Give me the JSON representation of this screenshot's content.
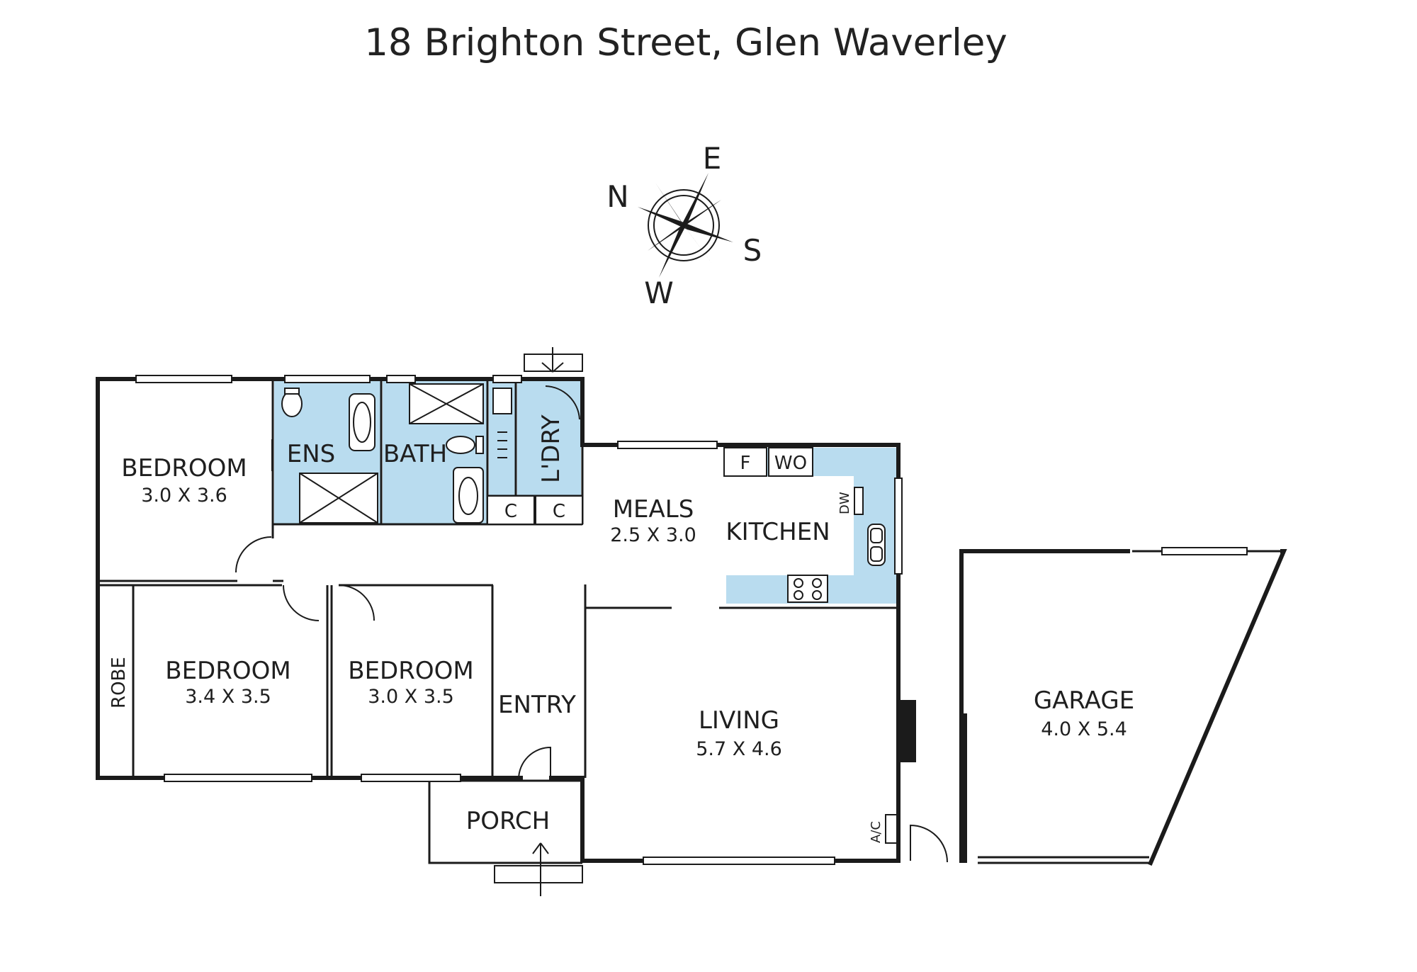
{
  "title": "18 Brighton Street, Glen Waverley",
  "compass": {
    "n": "N",
    "e": "E",
    "s": "S",
    "w": "W"
  },
  "rooms": {
    "bedroom1": {
      "name": "BEDROOM",
      "dims": "3.0 X 3.6"
    },
    "bedroom2": {
      "name": "BEDROOM",
      "dims": "3.4 X 3.5"
    },
    "bedroom3": {
      "name": "BEDROOM",
      "dims": "3.0 X 3.5"
    },
    "ensuite": {
      "name": "ENS"
    },
    "bath": {
      "name": "BATH"
    },
    "laundry": {
      "name": "L'DRY"
    },
    "meals": {
      "name": "MEALS",
      "dims": "2.5 X 3.0"
    },
    "kitchen": {
      "name": "KITCHEN"
    },
    "living": {
      "name": "LIVING",
      "dims": "5.7 X 4.6"
    },
    "entry": {
      "name": "ENTRY"
    },
    "porch": {
      "name": "PORCH"
    },
    "garage": {
      "name": "GARAGE",
      "dims": "4.0 X 5.4"
    },
    "robe": {
      "name": "ROBE"
    }
  },
  "fixtures": {
    "cupboard": "C",
    "fridge": "F",
    "wall_oven": "WO",
    "dishwasher": "DW",
    "air_con": "A/C"
  },
  "colors": {
    "wet_area": "#b9dcef",
    "wall": "#1b1b1b"
  }
}
